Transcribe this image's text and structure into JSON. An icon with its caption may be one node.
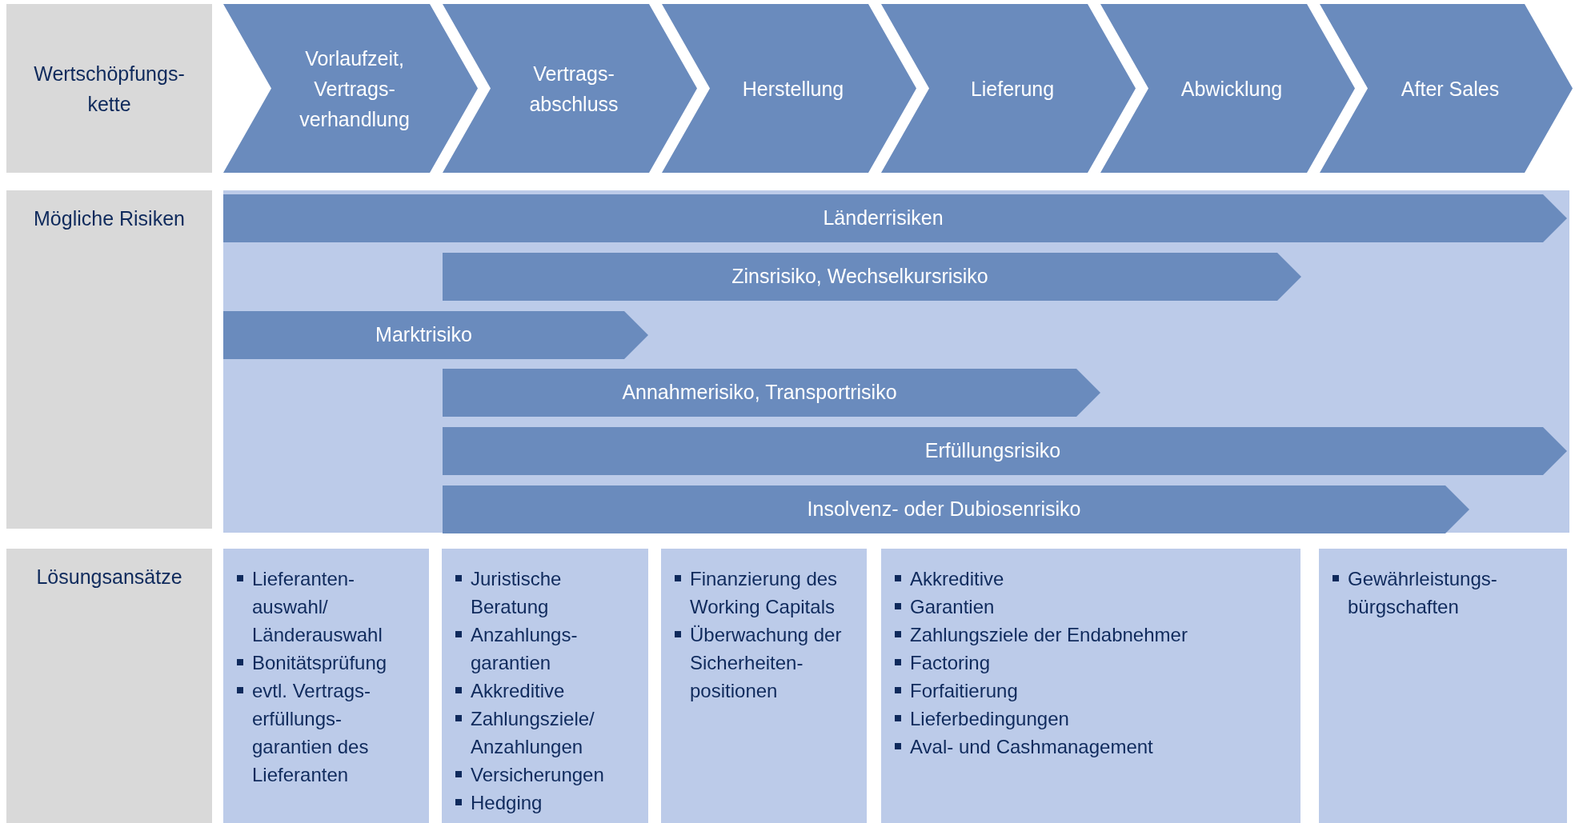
{
  "diagram": {
    "nodes": [
      {
        "text": [
          "Wertschöpfungs- kette"
        ]
      },
      {
        "text": [
          "Vorlaufzeit, Vertrags- verhandlung"
        ]
      },
      {
        "text": [
          "Vertrags- abschluss"
        ]
      },
      {
        "text": [
          "Herstellung"
        ]
      },
      {
        "text": [
          "Lieferung"
        ]
      },
      {
        "text": [
          "Abwicklung"
        ]
      },
      {
        "text": [
          "After Sales"
        ]
      },
      {
        "text": [
          "Mögliche Risiken"
        ]
      },
      {
        "text": [
          "Länderrisiken"
        ]
      },
      {
        "text": [
          "Zinsrisiko, Wechselkursrisiko"
        ]
      },
      {
        "text": [
          "Marktrisiko"
        ]
      },
      {
        "text": [
          "Annahmerisiko, Transportrisiko"
        ]
      },
      {
        "text": [
          "Erfüllungsrisiko"
        ]
      },
      {
        "text": [
          "Insolvenz- oder Dubiosenrisiko"
        ]
      },
      {
        "text": [
          "Lösungsansätze"
        ]
      },
      {
        "text": [
          "Lieferanten- auswahl/ Länderauswahl",
          "Bonitätsprüfung",
          "evtl. Vertrags- erfüllungs- garantien des Lieferanten"
        ]
      },
      {
        "text": [
          "Juristische Beratung",
          "Anzahlungs- garantien",
          "Akkreditive",
          "Zahlungsziele/ Anzahlungen",
          "Versicherungen",
          "Hedging"
        ]
      },
      {
        "text": [
          "Finanzierung des Working Capitals",
          "Überwachung der Sicherheiten- positionen"
        ]
      },
      {
        "text": [
          "Akkreditive",
          "Garantien",
          "Zahlungsziele der Endabnehmer",
          "Factoring",
          "Forfaitierung",
          "Lieferbedingungen",
          "Aval- und Cashmanagement"
        ]
      },
      {
        "text": [
          "Gewährleistungs- bürgschaften"
        ]
      }
    ]
  }
}
